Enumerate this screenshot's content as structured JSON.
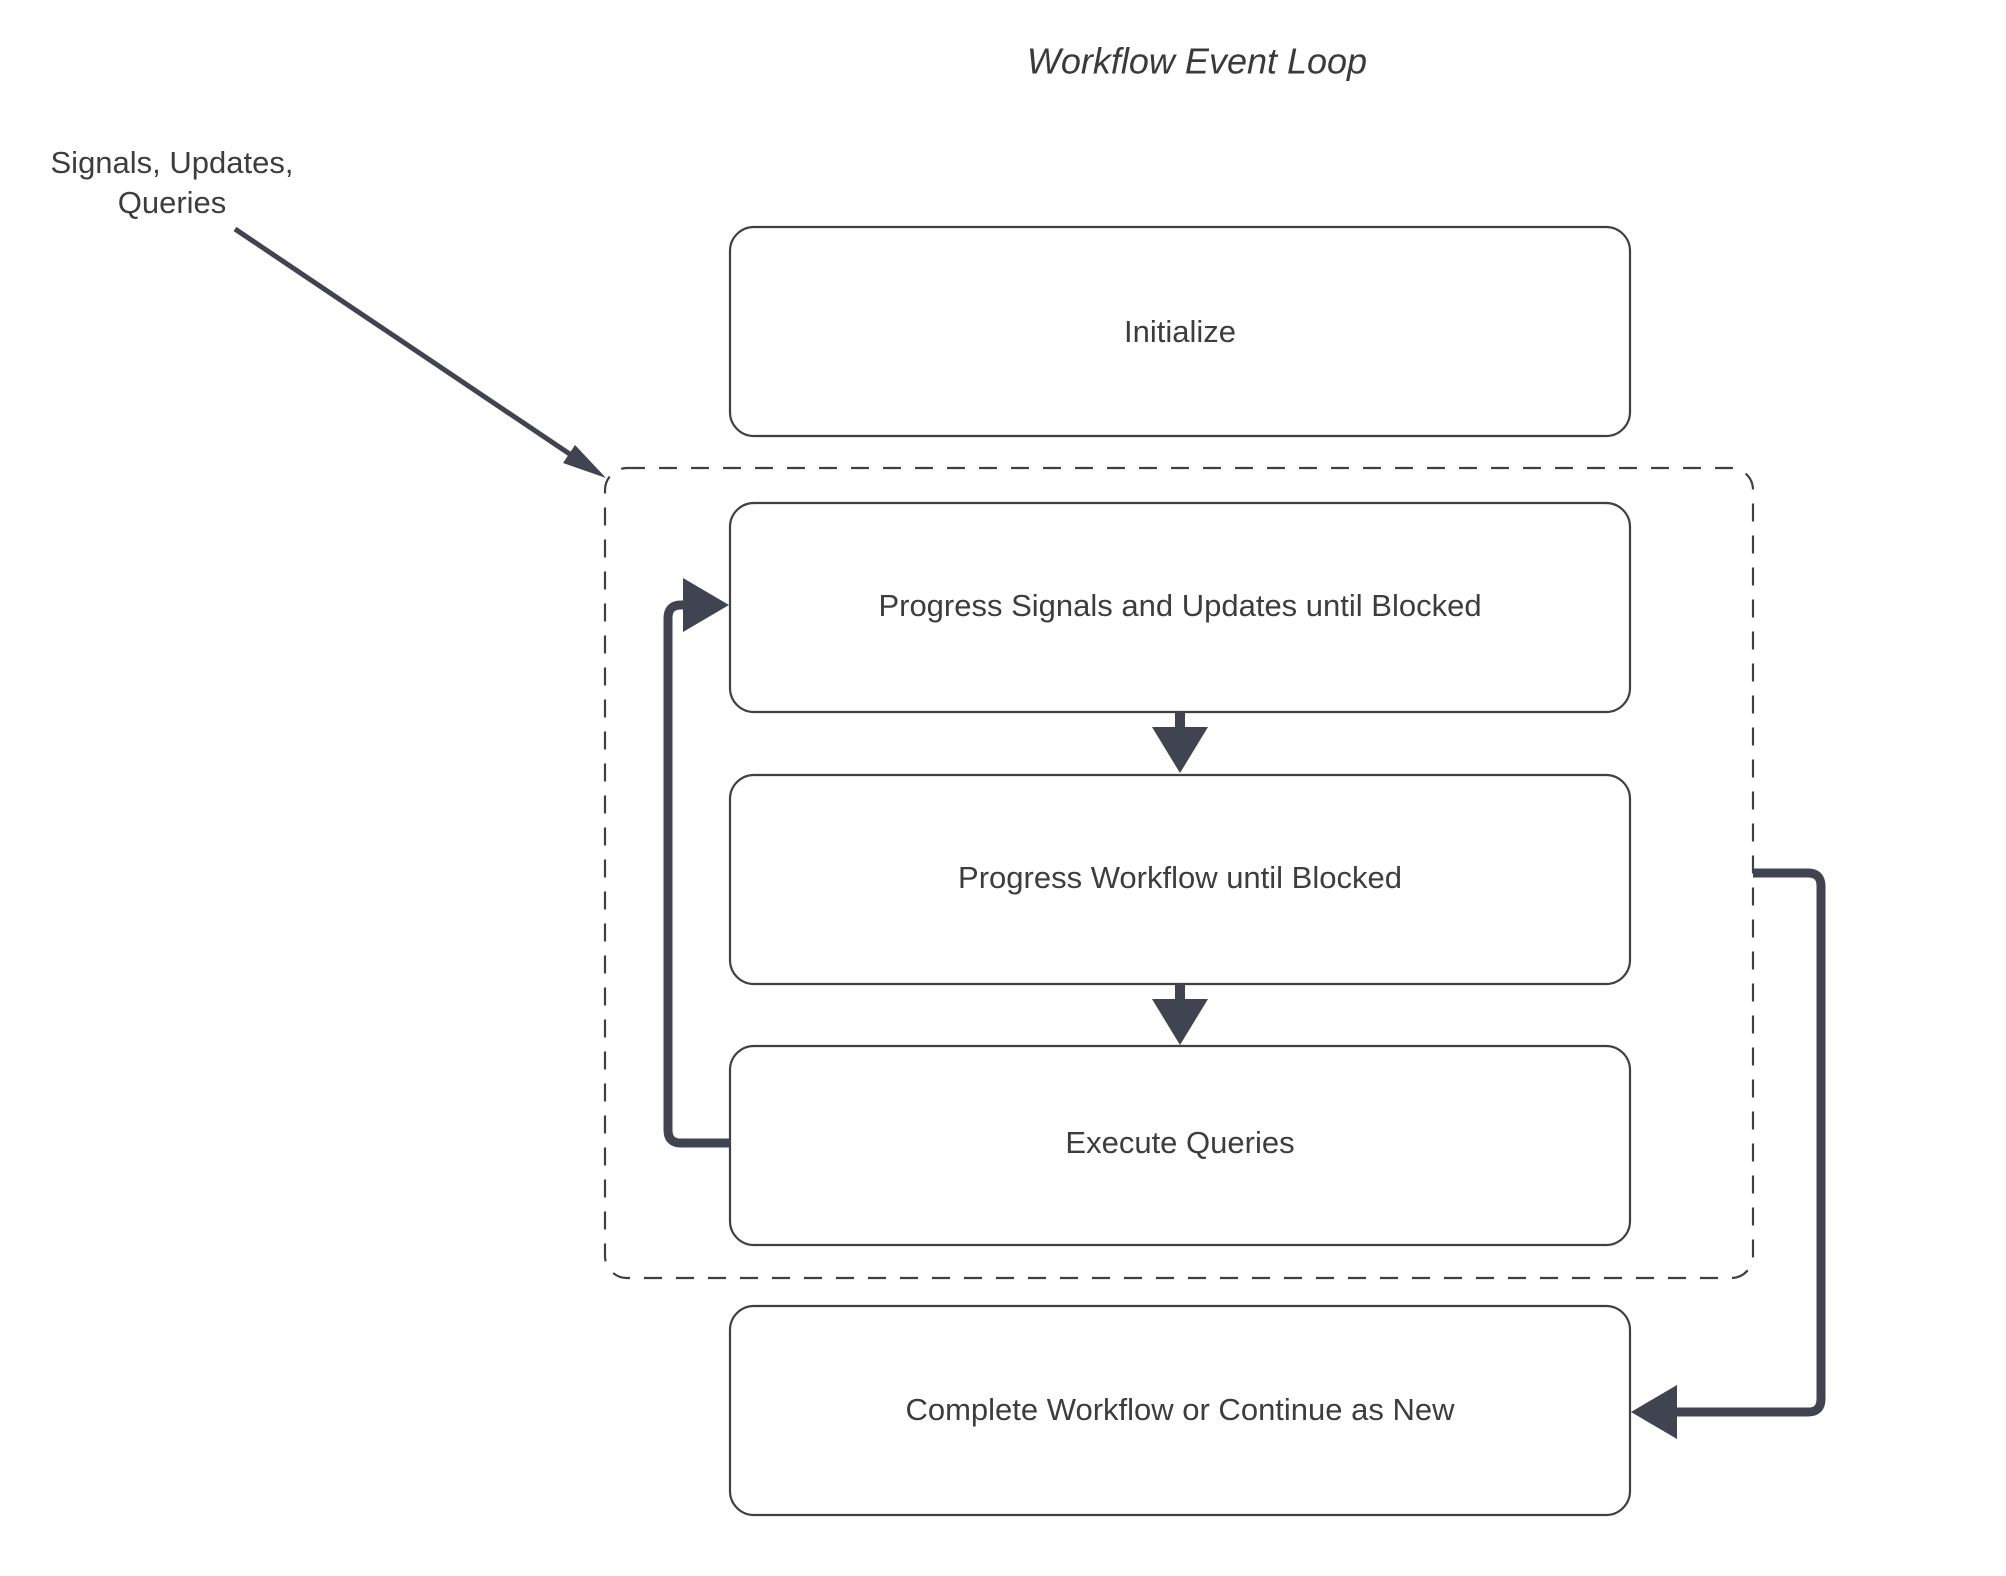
{
  "diagram": {
    "title": "Workflow Event Loop",
    "external_input_label": {
      "line1": "Signals, Updates,",
      "line2": "Queries"
    },
    "nodes": [
      {
        "id": "initialize",
        "label": "Initialize"
      },
      {
        "id": "progress-signals",
        "label": "Progress Signals and Updates until Blocked"
      },
      {
        "id": "progress-workflow",
        "label": "Progress Workflow until Blocked"
      },
      {
        "id": "execute-queries",
        "label": "Execute Queries"
      },
      {
        "id": "complete-workflow",
        "label": "Complete Workflow or Continue as New"
      }
    ],
    "group": {
      "id": "event-loop-group",
      "label": "",
      "style": "dashed"
    },
    "edges": [
      {
        "id": "external-to-loop",
        "from": "Signals, Updates, Queries",
        "to": "event-loop-group",
        "style": "thin-diagonal-arrow"
      },
      {
        "id": "signals-to-workflow",
        "from": "Progress Signals and Updates until Blocked",
        "to": "Progress Workflow until Blocked",
        "style": "down-arrow"
      },
      {
        "id": "workflow-to-queries",
        "from": "Progress Workflow until Blocked",
        "to": "Execute Queries",
        "style": "down-arrow"
      },
      {
        "id": "queries-back-to-signals",
        "from": "Execute Queries",
        "to": "Progress Signals and Updates until Blocked",
        "style": "thick-loop-left"
      },
      {
        "id": "loop-to-complete",
        "from": "event-loop-group",
        "to": "Complete Workflow or Continue as New",
        "style": "thick-loop-right"
      }
    ],
    "colors": {
      "background": "#ffffff",
      "node_stroke": "#3f3f44",
      "node_fill": "#ffffff",
      "edge": "#3f4450",
      "text": "#3d3d3d"
    }
  }
}
